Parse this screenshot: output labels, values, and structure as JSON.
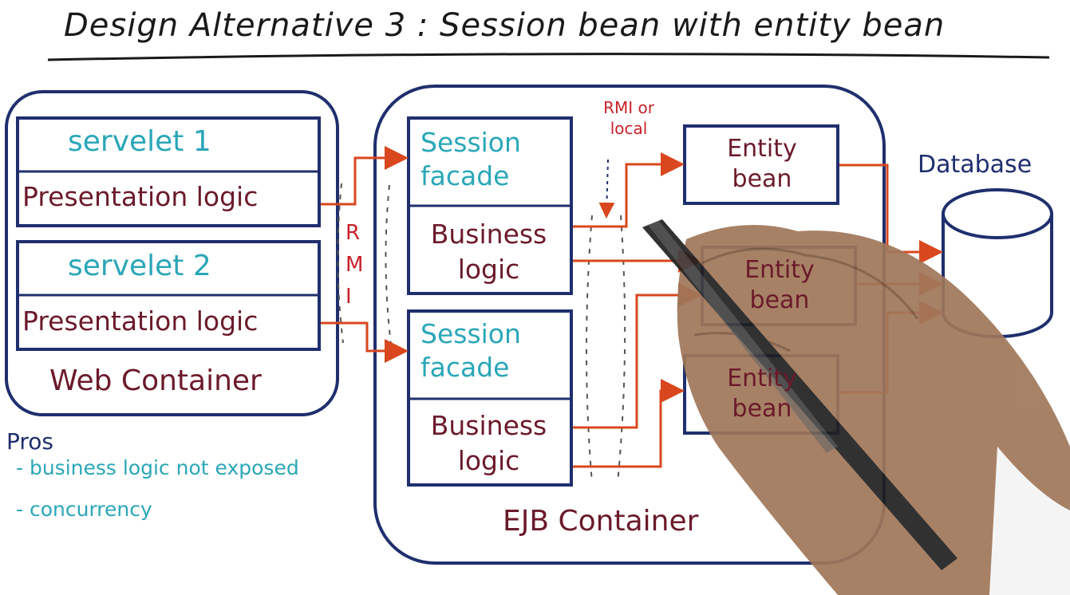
{
  "title": "Design Alternative 3 : Session bean with entity bean",
  "web_container": {
    "label": "Web Container",
    "servlets": [
      {
        "name": "servelet 1",
        "logic": "Presentation logic"
      },
      {
        "name": "servelet 2",
        "logic": "Presentation logic"
      }
    ]
  },
  "rmi_label": "R M I",
  "rmi_or_local": "RMI or local",
  "ejb_container": {
    "label": "EJB Container",
    "sessions": [
      {
        "facade": "Session facade",
        "logic": "Business logic"
      },
      {
        "facade": "Session facade",
        "logic": "Business logic"
      }
    ],
    "entities": [
      "Entity bean",
      "Entity bean",
      "Entity bean"
    ]
  },
  "database_label": "Database",
  "pros": {
    "heading": "Pros",
    "items": [
      "- business logic not exposed",
      "- concurrency"
    ]
  },
  "colors": {
    "navy": "#1f2f6e",
    "teal": "#2aa7b8",
    "maroon": "#6b1a2a",
    "arrow": "#d9471e",
    "red": "#c8222a"
  }
}
